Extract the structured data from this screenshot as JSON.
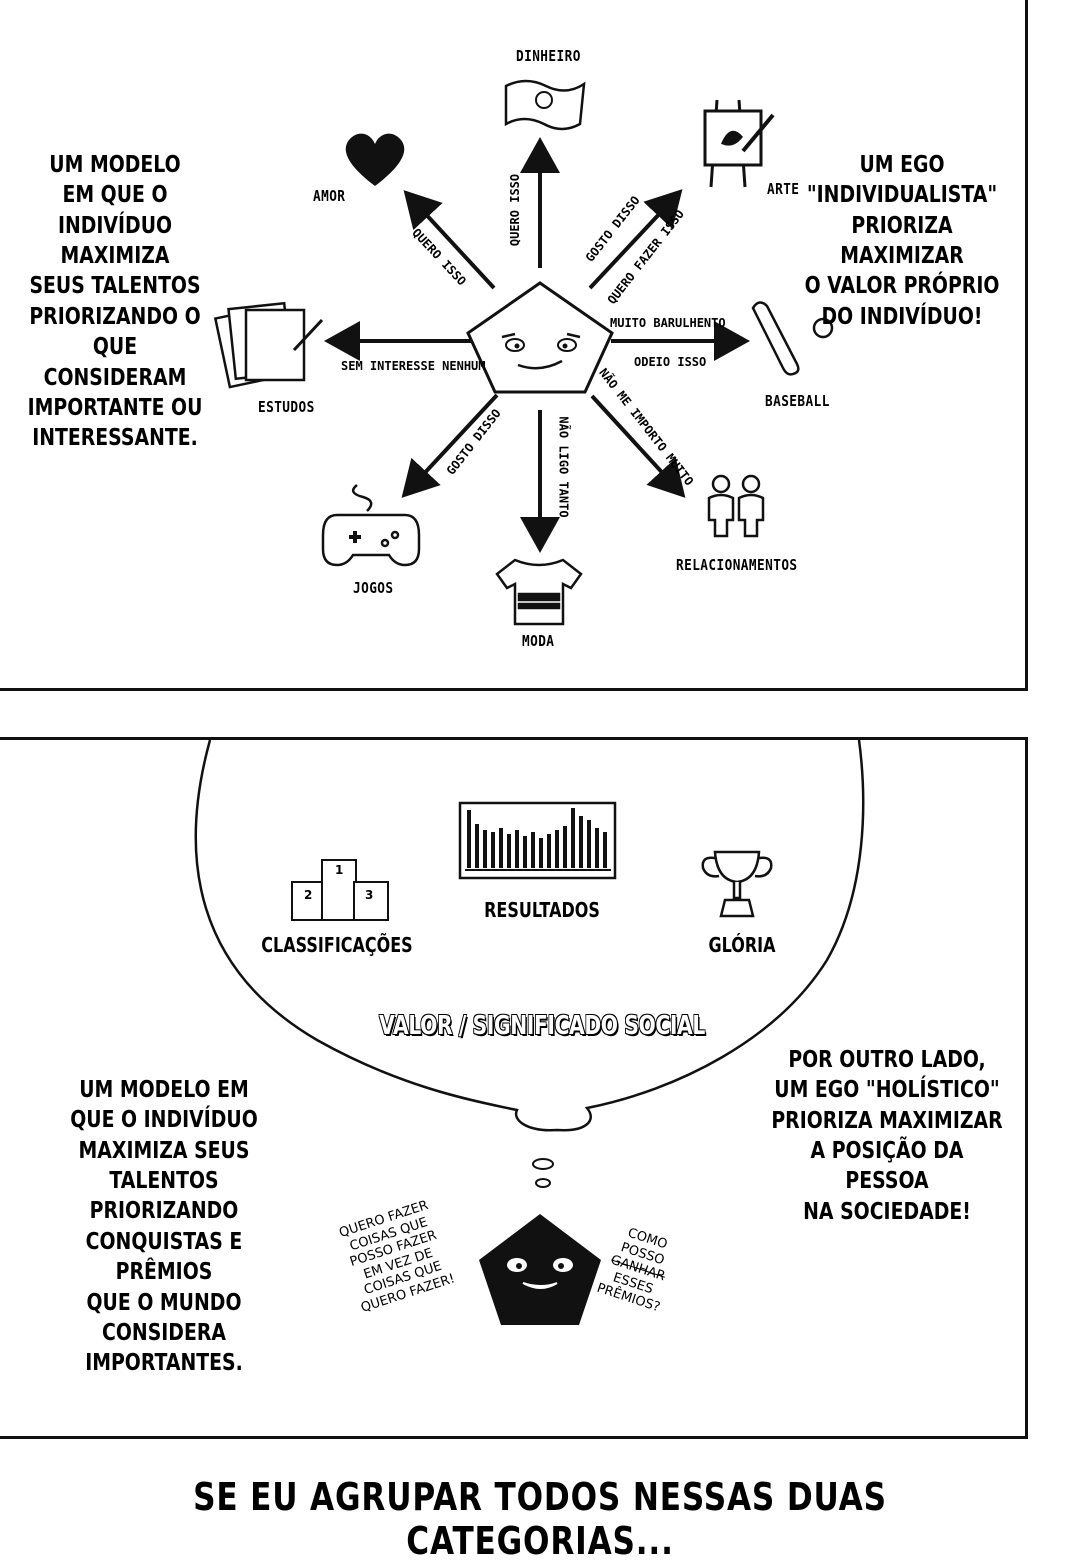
{
  "top_panel": {
    "center_label": "",
    "categories": {
      "dinheiro": "DINHEIRO",
      "arte": "ARTE",
      "amor": "AMOR",
      "estudos": "ESTUDOS",
      "baseball": "BASEBALL",
      "jogos": "JOGOS",
      "moda": "MODA",
      "relacionamentos": "RELACIONAMENTOS"
    },
    "arrow_labels": {
      "up": "QUERO ISSO",
      "upper_left": "QUERO ISSO",
      "upper_right_1": "GOSTO DISSO",
      "upper_right_2": "QUERO FAZER ISSO",
      "left": "SEM INTERESSE NENHUM",
      "right_1": "MUITO BARULHENTO",
      "right_2": "ODEIO ISSO",
      "lower_left": "GOSTO DISSO",
      "down": "NÃO LIGO TANTO",
      "lower_right": "NÃO ME IMPORTO MUITO"
    },
    "left_text": [
      "UM MODELO",
      "EM QUE O",
      "INDIVÍDUO",
      "MAXIMIZA",
      "SEUS TALENTOS",
      "PRIORIZANDO O",
      "QUE CONSIDERAM",
      "IMPORTANTE OU",
      "INTERESSANTE."
    ],
    "right_text": [
      "UM EGO",
      "\"INDIVIDUALISTA\"",
      "PRIORIZA MAXIMIZAR",
      "O VALOR PRÓPRIO",
      "DO INDIVÍDUO!"
    ]
  },
  "bottom_panel": {
    "bubble_items": {
      "classificacoes": "CLASSIFICAÇÕES",
      "resultados": "RESULTADOS",
      "gloria": "GLÓRIA"
    },
    "podium_numbers": [
      "1",
      "2",
      "3"
    ],
    "bubble_title": "VALOR / SIGNIFICADO SOCIAL",
    "left_text": [
      "UM MODELO EM",
      "QUE O INDIVÍDUO",
      "MAXIMIZA SEUS",
      "TALENTOS PRIORIZANDO",
      "CONQUISTAS E PRÊMIOS",
      "QUE O MUNDO",
      "CONSIDERA",
      "IMPORTANTES."
    ],
    "right_text": [
      "POR OUTRO LADO,",
      "UM EGO \"HOLÍSTICO\"",
      "PRIORIZA MAXIMIZAR",
      "A POSIÇÃO DA PESSOA",
      "NA SOCIEDADE!"
    ],
    "thought_left": [
      "QUERO FAZER",
      "COISAS QUE",
      "POSSO FAZER",
      "EM VEZ DE",
      "COISAS QUE",
      "QUERO FAZER!"
    ],
    "thought_right": [
      "COMO",
      "POSSO",
      "GANHAR",
      "ESSES",
      "PRÊMIOS?"
    ]
  },
  "footer": "SE EU AGRUPAR TODOS NESSAS DUAS CATEGORIAS..."
}
